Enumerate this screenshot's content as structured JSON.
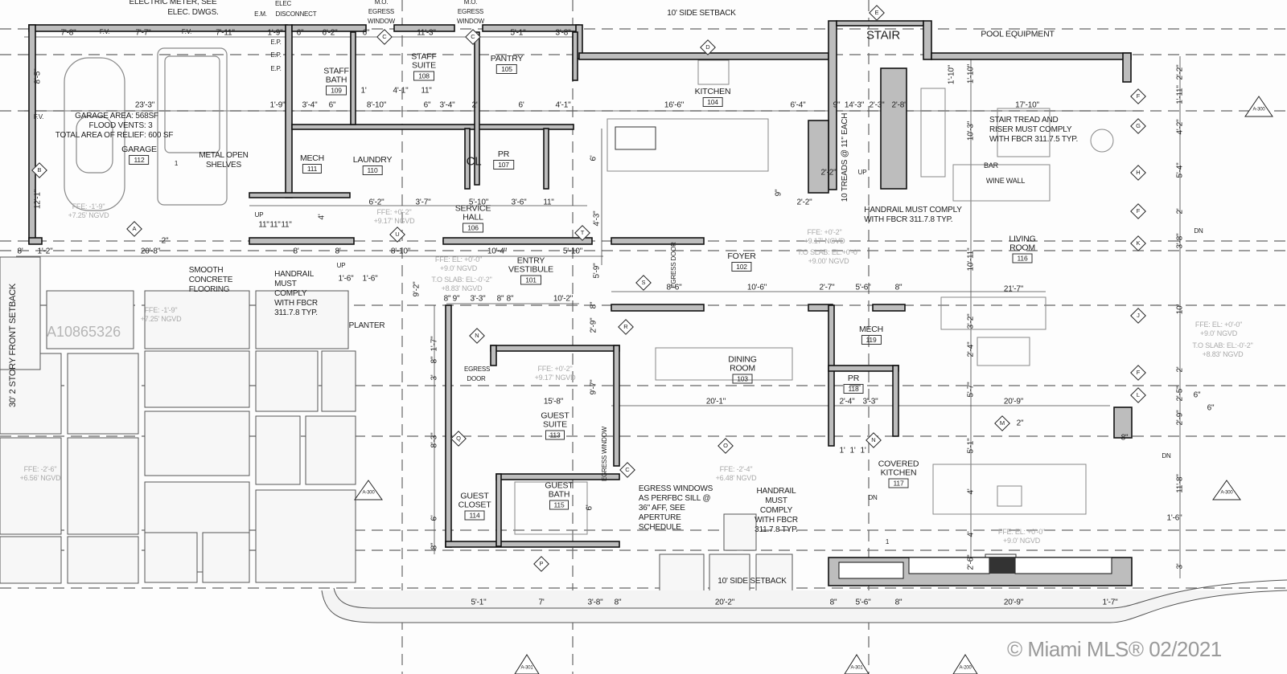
{
  "rooms": [
    {
      "name": "GARAGE",
      "number": "112"
    },
    {
      "name": "STAFF BATH",
      "number": "109"
    },
    {
      "name": "STAFF SUITE",
      "number": "108"
    },
    {
      "name": "PANTRY",
      "number": "105"
    },
    {
      "name": "KITCHEN",
      "number": "104"
    },
    {
      "name": "MECH",
      "number": "111"
    },
    {
      "name": "LAUNDRY",
      "number": "110"
    },
    {
      "name": "CL",
      "number": ""
    },
    {
      "name": "PR",
      "number": "107"
    },
    {
      "name": "SERVICE HALL",
      "number": "106"
    },
    {
      "name": "ENTRY VESTIBULE",
      "number": "101"
    },
    {
      "name": "FOYER",
      "number": "102"
    },
    {
      "name": "STAIR",
      "number": ""
    },
    {
      "name": "POOL EQUIPMENT",
      "number": ""
    },
    {
      "name": "LIVING ROOM",
      "number": "116"
    },
    {
      "name": "DINING ROOM",
      "number": "103"
    },
    {
      "name": "MECH",
      "number": "119"
    },
    {
      "name": "PR",
      "number": "118"
    },
    {
      "name": "GUEST SUITE",
      "number": "113"
    },
    {
      "name": "GUEST CLOSET",
      "number": "114"
    },
    {
      "name": "GUEST BATH",
      "number": "115"
    },
    {
      "name": "COVERED KITCHEN",
      "number": "117"
    }
  ],
  "notes": {
    "electric_meter": "ELECTRIC METER, SEE",
    "elec_dwgs": "ELEC. DWGS.",
    "em": "E.M.",
    "elec": "ELEC",
    "disconnect": "DISCONNECT",
    "mo": "M.O.",
    "egress": "EGRESS",
    "window": "WINDOW",
    "side_setback": "10' SIDE SETBACK",
    "garage_area": "GARAGE AREA: 568SF",
    "flood_vents": "FLOOD VENTS: 3",
    "relief_area": "TOTAL AREA OF RELIEF: 600 SF",
    "metal_shelves_1": "METAL OPEN",
    "metal_shelves_2": "SHELVES",
    "smooth_1": "SMOOTH",
    "smooth_2": "CONCRETE",
    "smooth_3": "FLOORING",
    "handrail_1": "HANDRAIL",
    "handrail_2": "MUST",
    "handrail_3": "COMPLY",
    "handrail_4": "WITH FBCR",
    "handrail_5": "311.7.8 TYP.",
    "planter": "PLANTER",
    "stair_tread_1": "STAIR TREAD AND",
    "stair_tread_2": "RISER MUST COMPLY",
    "stair_tread_3": "WITH FBCR 311.7.5 TYP.",
    "bar": "BAR",
    "wine_wall": "WINE WALL",
    "handrail_upper_1": "HANDRAIL MUST COMPLY",
    "handrail_upper_2": "WITH FBCR 311.7.8 TYP.",
    "treads": "10 TREADS @ 11\" EACH",
    "egress_door": "EGRESS DOOR",
    "egress_window": "EGRESS WINDOW",
    "egress_windows_1": "EGRESS WINDOWS",
    "egress_windows_2": "AS PERFBC SILL @",
    "egress_windows_3": "36\" AFF, SEE",
    "egress_windows_4": "APERTURE",
    "egress_windows_5": "SCHEDULE",
    "front_setback": "30' 2 STORY FRONT SETBACK",
    "up": "UP",
    "dn": "DN",
    "fv": "F.V.",
    "ep": "E.P.",
    "revision": "1"
  },
  "elevations": [
    {
      "ffe": "FFE: -1'-9\"",
      "ngvd": "+7.25' NGVD"
    },
    {
      "ffe": "FFE: +0'-2\"",
      "ngvd": "+9.17' NGVD"
    },
    {
      "ffe": "FFE: EL: +0'-0\"",
      "ngvd": "+9.0' NGVD"
    },
    {
      "ffe": "T.O SLAB: EL:-0'-2\"",
      "ngvd": "+8.83' NGVD"
    },
    {
      "ffe": "FFE: +0'-2\"",
      "ngvd": "+9.17' NGVD"
    },
    {
      "ffe": "T.O SLAB: EL:+0'-0\"",
      "ngvd": "+9.00' NGVD"
    },
    {
      "ffe": "FFE: -1'-9\"",
      "ngvd": "+7.25' NGVD"
    },
    {
      "ffe": "FFE: -2'-6\"",
      "ngvd": "+6.56' NGVD"
    },
    {
      "ffe": "FFE: -2'-4\"",
      "ngvd": "+6.48' NGVD"
    },
    {
      "ffe": "FFE: EL: +0'-0\"",
      "ngvd": "+9.0' NGVD"
    },
    {
      "ffe": "FFE: EL: +0'-0\"",
      "ngvd": "+9.0' NGVD"
    },
    {
      "ffe": "T.O SLAB: EL:-0'-2\"",
      "ngvd": "+8.83' NGVD"
    }
  ],
  "dimensions": [
    "7'-8\"",
    "7'-7\"",
    "7'-11\"",
    "1'-9\"",
    "6\"",
    "6'-2\"",
    "6\"",
    "11'-3\"",
    "5'-1\"",
    "3'-8\"",
    "8'-5\"",
    "23'-3\"",
    "12'-1\"",
    "1'-9\"",
    "3'-4\"",
    "6\"",
    "8'-10\"",
    "6\"",
    "3'-4\"",
    "2'",
    "6'",
    "4'-1\"",
    "16'-6\"",
    "6'-4\"",
    "9\"",
    "14'-3\"",
    "2'-3\"",
    "2'-8\"",
    "17'-10\"",
    "10'-3\"",
    "2'-2\"",
    "9\"",
    "1'",
    "4'-1\"",
    "11\"",
    "6'-2\"",
    "3'-7\"",
    "5'-10\"",
    "3'-6\"",
    "11\"",
    "4'",
    "11\"",
    "11\"",
    "11\"",
    "8'",
    "1'-2\"",
    "20'-8\"",
    "8'",
    "8'",
    "8'-10\"",
    "10'-4\"",
    "5'-10\"",
    "8'-6\"",
    "10'-6\"",
    "2'-7\"",
    "5'-6\"",
    "8\"",
    "21'-7\"",
    "5'-9\"",
    "10'-11\"",
    "4'-3\"",
    "6'",
    "9'-2\"",
    "1'-6\"",
    "1'-6\"",
    "8\"",
    "9\"",
    "3'-3\"",
    "8\"",
    "8\"",
    "10'-2\"",
    "2'-2\"",
    "1'-11\"",
    "4'-2\"",
    "5'-4\"",
    "2'",
    "3'-8\"",
    "10'",
    "2'",
    "2'-5\"",
    "2'-9\"",
    "11'-8\"",
    "3'",
    "1'-10\"",
    "3'-2\"",
    "2'-4\"",
    "5'-7\"",
    "5'-1\"",
    "4'",
    "4'",
    "2'-6\"",
    "20'-1\"",
    "2'-4\"",
    "3'-3\"",
    "20'-9\"",
    "15'-8\"",
    "9'-7\"",
    "8'-3\"",
    "3'",
    "1'-7\"",
    "8\"",
    "6'",
    "8\"",
    "6'",
    "2'-9\"",
    "8\"",
    "5'-1\"",
    "7'",
    "3'-8\"",
    "8\"",
    "20'-2\"",
    "8\"",
    "5'-6\"",
    "8\"",
    "20'-9\"",
    "1'-7\"",
    "1'",
    "1'",
    "1'",
    "1'-6\"",
    "1'-10\"",
    "2'-2\"",
    "8\"",
    "2\"",
    "6\"",
    "6\"",
    "2\""
  ],
  "grid_tags": [
    "A",
    "B",
    "C",
    "C",
    "C",
    "D",
    "O",
    "E",
    "F",
    "G",
    "H",
    "F",
    "K",
    "J",
    "F",
    "L",
    "M",
    "N",
    "N",
    "P",
    "Q",
    "R",
    "S",
    "T",
    "U"
  ],
  "section_markers": [
    "A-300",
    "A-301",
    "A-301",
    "A-200",
    "A-300",
    "A-300"
  ],
  "watermark": "A10865326",
  "copyright": "© Miami MLS® 02/2021"
}
